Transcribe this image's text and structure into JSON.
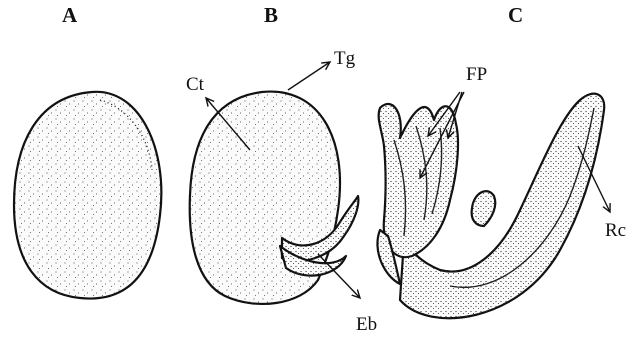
{
  "panels": [
    {
      "letter": "A"
    },
    {
      "letter": "B",
      "labels": {
        "cotyledon": "Ct",
        "testa": "Tg",
        "embryo": "Eb"
      }
    },
    {
      "letter": "C",
      "labels": {
        "foliar_parts": "FP",
        "root": "Rc"
      }
    }
  ]
}
